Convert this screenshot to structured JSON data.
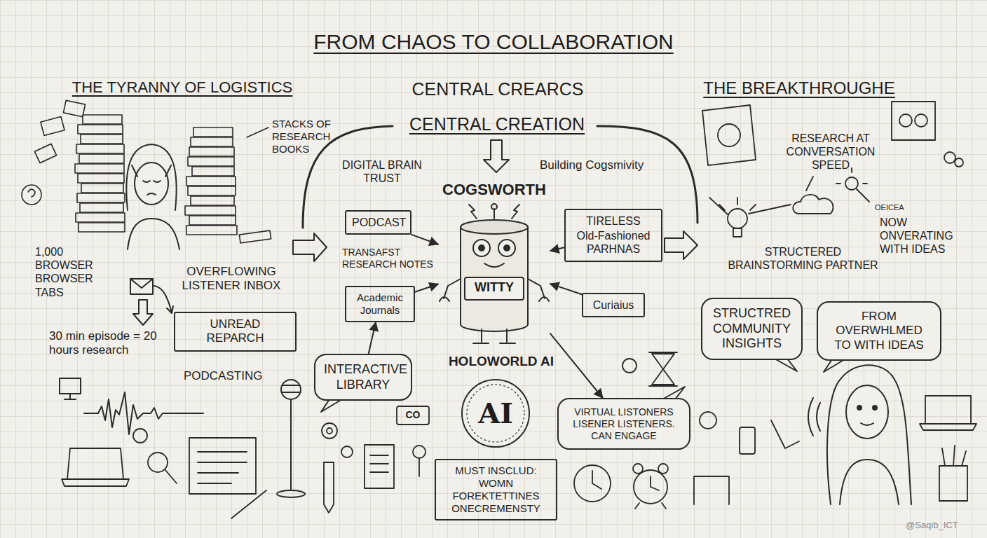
{
  "diagram": {
    "title": "FROM CHAOS TO COLLABORATION",
    "nodes": [
      {
        "text": [
          "PODCAST"
        ]
      },
      {
        "text": [
          "Academic Journals"
        ]
      },
      {
        "text": [
          "COGSWORTH",
          "WITTY"
        ]
      },
      {
        "text": [
          "TIRELESS",
          "Old-Fashioned PARHNAS"
        ]
      },
      {
        "text": [
          "Curiaius"
        ]
      },
      {
        "text": [
          "UNREAD REPARCH"
        ]
      },
      {
        "text": [
          "INTERACTIVE LIBRARY"
        ]
      },
      {
        "text": [
          "AI"
        ]
      },
      {
        "text": [
          "VIRTUAL LISTONERS LISENER LISTENERS. CAN ENGAGE"
        ]
      },
      {
        "text": [
          "MUST INSCLUD: WOMN FOREKTETTINES ONECREMENSTY"
        ]
      },
      {
        "text": [
          "STRUCTRED COMMUNITY INSIGHTS"
        ]
      },
      {
        "text": [
          "FROM OVERWHLMED TO WITH IDEAS"
        ]
      }
    ],
    "edges": [
      {
        "from": 0,
        "to": 2,
        "arrow": "to"
      },
      {
        "from": 1,
        "to": 2,
        "arrow": "to"
      },
      {
        "from": 3,
        "to": 2,
        "arrow": "to"
      },
      {
        "from": 4,
        "to": 2,
        "arrow": "to"
      },
      {
        "from": 6,
        "to": 1,
        "arrow": "to"
      },
      {
        "from": 2,
        "to": 8,
        "arrow": "to"
      }
    ],
    "labels": [
      "THE TYRANNY OF LOGISTICS",
      "CENTRAL CREARCS",
      "CENTRAL CREATION",
      "THE BREAKTHROUGHE",
      "STACKS OF RESEARCH BOOKS",
      "1,000 BROWSER BROWSER TABS",
      "OVERFLOWING LISTENER INBOX",
      "30 min episode = 20 hours research",
      "PODCASTING",
      "DIGITAL BRAIN TRUST",
      "Building Cogsmivity",
      "TRANSAFST RESEARCH NOTES",
      "HOLOWORLD AI",
      "CO",
      "RESEARCH AT CONVERSATION SPEED",
      "OEICEA",
      "NOW ONVERATING WITH IDEAS",
      "STRUCTERED BRAINSTORMING PARTNER",
      "@Saqib_ICT"
    ]
  }
}
